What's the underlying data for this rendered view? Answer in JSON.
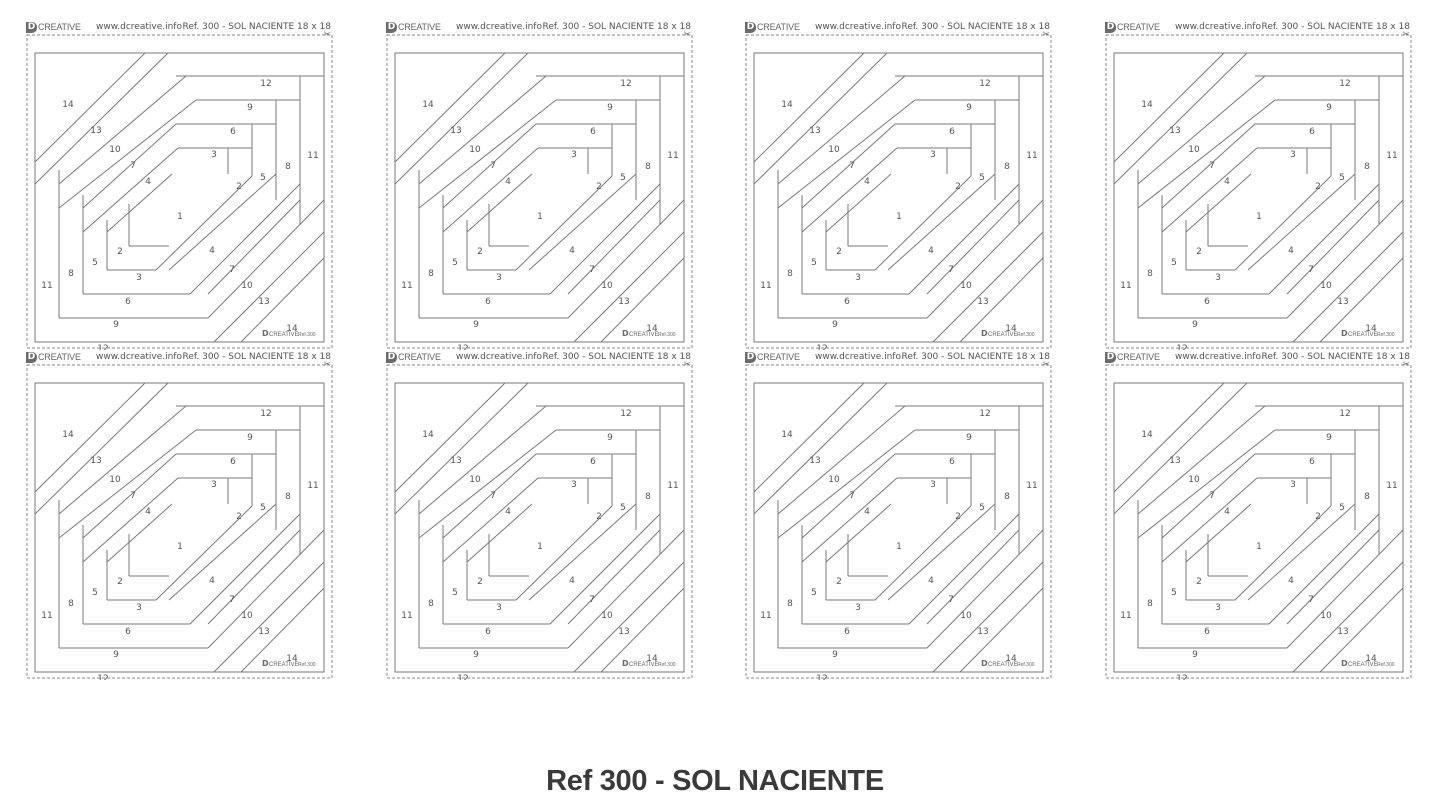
{
  "header": {
    "logo_mark": "D",
    "logo_text": "CREATIVE",
    "website": "www.dcreative.info",
    "reference": "Ref. 300 - SOL NACIENTE 18 x 18"
  },
  "footer_mark": {
    "logo_mark": "D",
    "logo_text": "CREATIVE",
    "ref": "Ref.300"
  },
  "piece_labels": [
    "1",
    "2",
    "3",
    "4",
    "5",
    "6",
    "7",
    "8",
    "9",
    "10",
    "11",
    "12",
    "13",
    "14",
    "2",
    "3",
    "4",
    "5",
    "6",
    "7",
    "8",
    "9",
    "10",
    "11",
    "12",
    "13",
    "14"
  ],
  "page_title": "Ref 300 - SOL NACIENTE",
  "colors": {
    "line": "#7a7a7a",
    "text": "#555555",
    "title": "#3a3a3a"
  },
  "icons": {
    "scissor": "scissor-icon",
    "logo": "dcreative-logo-icon"
  }
}
